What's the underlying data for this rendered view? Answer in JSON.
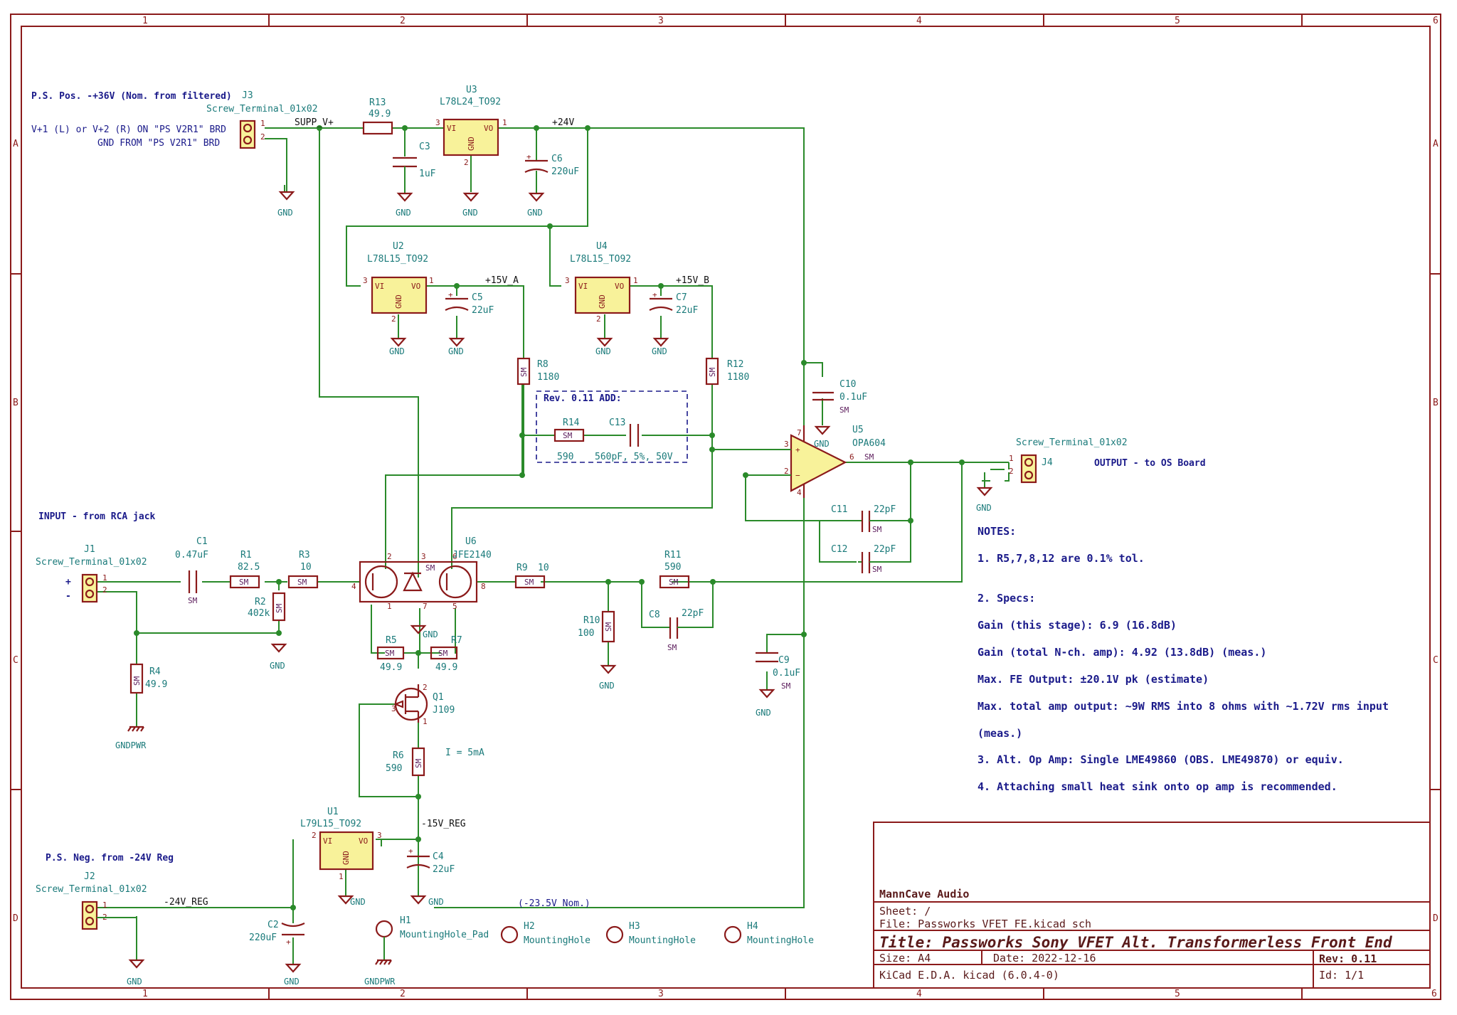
{
  "frame": {
    "cols": [
      "1",
      "2",
      "3",
      "4",
      "5",
      "6"
    ],
    "rows": [
      "A",
      "B",
      "C",
      "D"
    ]
  },
  "labels": {
    "ps_pos": "P.S. Pos. -+36V (Nom. from filtered)",
    "v1_line": "V+1 (L) or V+2 (R) ON \"PS V2R1\" BRD",
    "gnd_line": "GND FROM \"PS V2R1\" BRD",
    "input": "INPUT - from RCA jack",
    "ps_neg": "P.S. Neg. from -24V Reg",
    "output": "OUTPUT - to OS Board",
    "rev_add": "Rev. 0.11 ADD:",
    "nom": "(-23.5V Nom.)",
    "i_5ma": "I = 5mA",
    "plus": "+",
    "minus": "-"
  },
  "nets": {
    "supp_v": "SUPP_V+",
    "p24": "+24V",
    "p15a": "+15V_A",
    "p15b": "+15V_B",
    "m15": "-15V_REG",
    "m24": "-24V_REG",
    "gnd": "GND",
    "gndpwr": "GNDPWR"
  },
  "parts": {
    "J3": {
      "ref": "J3",
      "value": "Screw_Terminal_01x02"
    },
    "J1": {
      "ref": "J1",
      "value": "Screw_Terminal_01x02"
    },
    "J2": {
      "ref": "J2",
      "value": "Screw_Terminal_01x02"
    },
    "J4": {
      "ref": "J4",
      "value": "Screw_Terminal_01x02"
    },
    "R13": {
      "ref": "R13",
      "value": "49.9"
    },
    "C3": {
      "ref": "C3",
      "value": "1uF"
    },
    "U3": {
      "ref": "U3",
      "value": "L78L24_TO92"
    },
    "C6": {
      "ref": "C6",
      "value": "220uF"
    },
    "U2": {
      "ref": "U2",
      "value": "L78L15_TO92"
    },
    "U4": {
      "ref": "U4",
      "value": "L78L15_TO92"
    },
    "C5": {
      "ref": "C5",
      "value": "22uF"
    },
    "C7": {
      "ref": "C7",
      "value": "22uF"
    },
    "R8": {
      "ref": "R8",
      "value": "1180"
    },
    "R12": {
      "ref": "R12",
      "value": "1180"
    },
    "R14": {
      "ref": "R14",
      "value": "590"
    },
    "C13": {
      "ref": "C13",
      "value": "560pF, 5%, 50V"
    },
    "C10": {
      "ref": "C10",
      "value": "0.1uF"
    },
    "U5": {
      "ref": "U5",
      "value": "OPA604"
    },
    "C11": {
      "ref": "C11",
      "value": "22pF"
    },
    "C12": {
      "ref": "C12",
      "value": "22pF"
    },
    "C1": {
      "ref": "C1",
      "value": "0.47uF"
    },
    "R1": {
      "ref": "R1",
      "value": "82.5"
    },
    "R3": {
      "ref": "R3",
      "value": "10"
    },
    "R2": {
      "ref": "R2",
      "value": "402k"
    },
    "U6": {
      "ref": "U6",
      "value": "JFE2140"
    },
    "R9": {
      "ref": "R9",
      "value": "10"
    },
    "R11": {
      "ref": "R11",
      "value": "590"
    },
    "R10": {
      "ref": "R10",
      "value": "100"
    },
    "C8": {
      "ref": "C8",
      "value": "22pF"
    },
    "C9": {
      "ref": "C9",
      "value": "0.1uF"
    },
    "R4": {
      "ref": "R4",
      "value": "49.9"
    },
    "R5": {
      "ref": "R5",
      "value": "49.9"
    },
    "R7": {
      "ref": "R7",
      "value": "49.9"
    },
    "Q1": {
      "ref": "Q1",
      "value": "J109"
    },
    "R6": {
      "ref": "R6",
      "value": "590"
    },
    "U1": {
      "ref": "U1",
      "value": "L79L15_TO92"
    },
    "C4": {
      "ref": "C4",
      "value": "22uF"
    },
    "C2": {
      "ref": "C2",
      "value": "220uF"
    },
    "H1": {
      "ref": "H1",
      "value": "MountingHole_Pad"
    },
    "H2": {
      "ref": "H2",
      "value": "MountingHole"
    },
    "H3": {
      "ref": "H3",
      "value": "MountingHole"
    },
    "H4": {
      "ref": "H4",
      "value": "MountingHole"
    }
  },
  "sm": "SM",
  "pins": {
    "vi": "VI",
    "vo": "VO",
    "gnd": "GND"
  },
  "notes": [
    "NOTES:",
    "1. R5,7,8,12 are 0.1% tol.",
    "2. Specs:",
    "Gain (this stage): 6.9 (16.8dB)",
    "Gain (total N-ch. amp): 4.92 (13.8dB) (meas.)",
    "Max. FE Output: ±20.1V pk (estimate)",
    "Max. total amp output: ~9W RMS into 8 ohms with ~1.72V rms input",
    "(meas.)",
    "3. Alt. Op Amp: Single LME49860 (OBS. LME49870) or equiv.",
    "4. Attaching small heat sink onto op amp is recommended."
  ],
  "title_block": {
    "company": "MannCave Audio",
    "sheet": "Sheet: /",
    "file": "File: Passworks VFET FE.kicad_sch",
    "title": "Title: Passworks Sony VFET Alt. Transformerless Front End",
    "size": "Size: A4",
    "date": "Date: 2022-12-16",
    "rev": "Rev: 0.11",
    "eda": "KiCad E.D.A.  kicad (6.0.4-0)",
    "id": "Id: 1/1"
  }
}
